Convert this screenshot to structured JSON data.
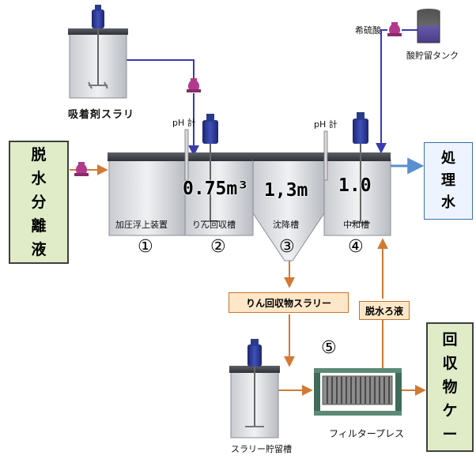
{
  "labels": {
    "feed": [
      "脱",
      "水",
      "分",
      "離",
      "液"
    ],
    "treated": [
      "処",
      "理",
      "水"
    ],
    "recovered": [
      "回",
      "収",
      "物",
      "ケ",
      "ー"
    ],
    "adsorbent_slurry": "吸着剤スラリ",
    "dilute_sulfuric": "希硫酸",
    "acid_tank": "酸貯留タンク",
    "ph_meter_1": "pH 計",
    "ph_meter_2": "pH 計",
    "tank1_name": "加圧浮上装置",
    "tank2_name": "りん回収槽",
    "tank3_name": "沈降槽",
    "tank4_name": "中和槽",
    "vol2": "0.75m³",
    "vol3": "1,3m",
    "vol4": "1.0",
    "num1": "①",
    "num2": "②",
    "num3": "③",
    "num4": "④",
    "num5": "⑤",
    "slurry_line": "りん回収物スラリー",
    "filtrate": "脱水ろ液",
    "slurry_tank": "スラリー貯留槽",
    "filter_press": "フィルタープレス"
  },
  "colors": {
    "feed_box": "#e0ecc8",
    "treated_box": "#eef4ff",
    "pipe_orange": "#d27a33",
    "pipe_blue": "#3b3bb0",
    "effluent_arrow": "#5a8fd0",
    "pump": "#b23a8c",
    "motor": "#2a3a8c"
  },
  "icons": [
    "pump-icon",
    "motor-icon",
    "mixer-icon",
    "filter-press-icon"
  ]
}
